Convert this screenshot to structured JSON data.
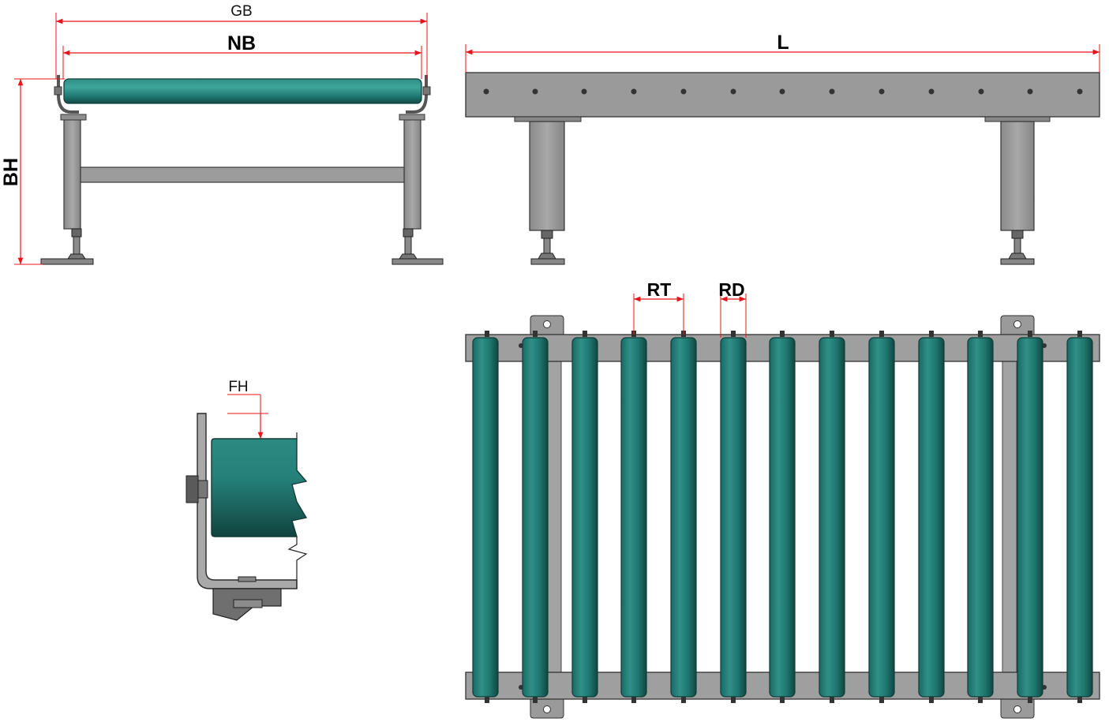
{
  "labels": {
    "gb": "GB",
    "nb": "NB",
    "bh": "BH",
    "l": "L",
    "rt": "RT",
    "rd": "RD",
    "fh": "FH"
  },
  "colors": {
    "dimension": "#e8141a",
    "roller": "#1f7a73",
    "roller_dark": "#14524d",
    "roller_light": "#3fa59c",
    "frame": "#9b9b9b",
    "frame_dark": "#6c6c6c",
    "outline": "#2a2a2a"
  },
  "roller_count": 13
}
